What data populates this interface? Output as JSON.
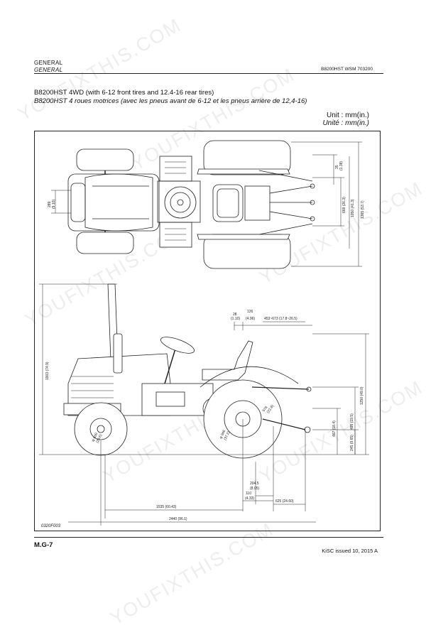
{
  "header": {
    "section_en": "GENERAL",
    "section_fr": "GENERAL",
    "doc_code": "B8200HST WSM 703200"
  },
  "title": {
    "line_en": "B8200HST 4WD (with 6-12 front tires and 12.4-16 rear tires)",
    "line_fr": "B8200HST 4 roues motrices (avec les pneus avant de 6-12 et les pneus arrière de 12,4-16)"
  },
  "unit": {
    "en": "Unit : mm(in.)",
    "fr": "Unité : mm(in.)"
  },
  "top_view_dims": {
    "d_289": "289",
    "d_289_in": "(9.10)",
    "d_35": "35",
    "d_35_in": "(1.38)",
    "d_668": "668 (26.3)",
    "d_1050": "1050 (41.3)",
    "d_1365": "1365 (53.7)"
  },
  "side_view_dims": {
    "d_1903": "1903 (74.9)",
    "d_28": "28",
    "d_28_in": "(1.10)",
    "d_126": "126",
    "d_126_in": "(4.96)",
    "d_453": "453~673 (17.8~26.5)",
    "d_1250": "1250 (49.0)",
    "d_495": "495 (19.5)",
    "d_467": "467 (18.4)",
    "d_245": "245 (9.65)",
    "d_576": "576",
    "d_576_in": "(22.6)",
    "d_204": "204.5",
    "d_204_in": "(8.05)",
    "d_110": "110",
    "d_110_in": "(4.33)",
    "d_625": "625 (24.60)",
    "d_1535": "1535 (60.43)",
    "d_2440": "2440 (96.1)",
    "front_tire": "φ 600",
    "front_tire_in": "(23.6)",
    "rear_tire": "φ 946",
    "rear_tire_in": "(37.2)"
  },
  "figure_code": "0320F003",
  "footer": {
    "page": "M.G-7",
    "issued": "KiSC issued 10, 2015 A"
  },
  "watermark": {
    "text": "YOUFIXTHIS.COM"
  }
}
